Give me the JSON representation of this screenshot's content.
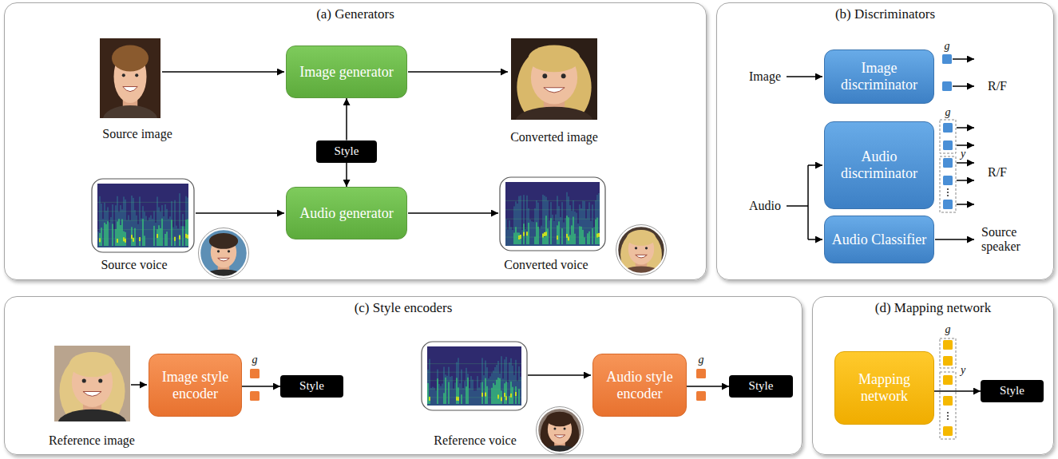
{
  "diagram": {
    "nodes": [
      {
        "text": [
          "(a) Generators"
        ]
      },
      {
        "text": [
          "Image generator"
        ],
        "in": 0
      },
      {
        "text": [
          "Style"
        ],
        "in": 0
      },
      {
        "text": [
          "Audio generator"
        ],
        "in": 0
      },
      {
        "text": [
          "(b) Discriminators"
        ]
      },
      {
        "text": [
          "Image discriminator"
        ],
        "in": 4
      },
      {
        "text": [
          "Audio discriminator"
        ],
        "in": 4
      },
      {
        "text": [
          "Audio Classifier"
        ],
        "in": 4
      },
      {
        "text": [
          "(c) Style encoders"
        ]
      },
      {
        "text": [
          "Image style encoder"
        ],
        "in": 8
      },
      {
        "text": [
          "Style"
        ],
        "in": 8
      },
      {
        "text": [
          "Audio style encoder"
        ],
        "in": 8
      },
      {
        "text": [
          "Style"
        ],
        "in": 8
      },
      {
        "text": [
          "(d) Mapping network"
        ]
      },
      {
        "text": [
          "Mapping network"
        ],
        "in": 13
      },
      {
        "text": [
          "Style"
        ],
        "in": 13
      }
    ],
    "edges": [
      {
        "from": 2,
        "to": 1,
        "arrow": "to"
      },
      {
        "from": 2,
        "to": 3,
        "arrow": "to"
      },
      {
        "from": 9,
        "to": 10,
        "arrow": "to"
      },
      {
        "from": 11,
        "to": 12,
        "arrow": "to"
      },
      {
        "from": 14,
        "to": 15,
        "arrow": "to"
      }
    ],
    "labels": [
      "Source image",
      "Converted image",
      "Source voice",
      "Converted voice",
      "Image",
      "g",
      "R/F",
      "Audio",
      "g",
      "y",
      "R/F",
      "Source speaker",
      "Reference image",
      "g",
      "Reference voice",
      "g",
      "g",
      "y"
    ]
  }
}
